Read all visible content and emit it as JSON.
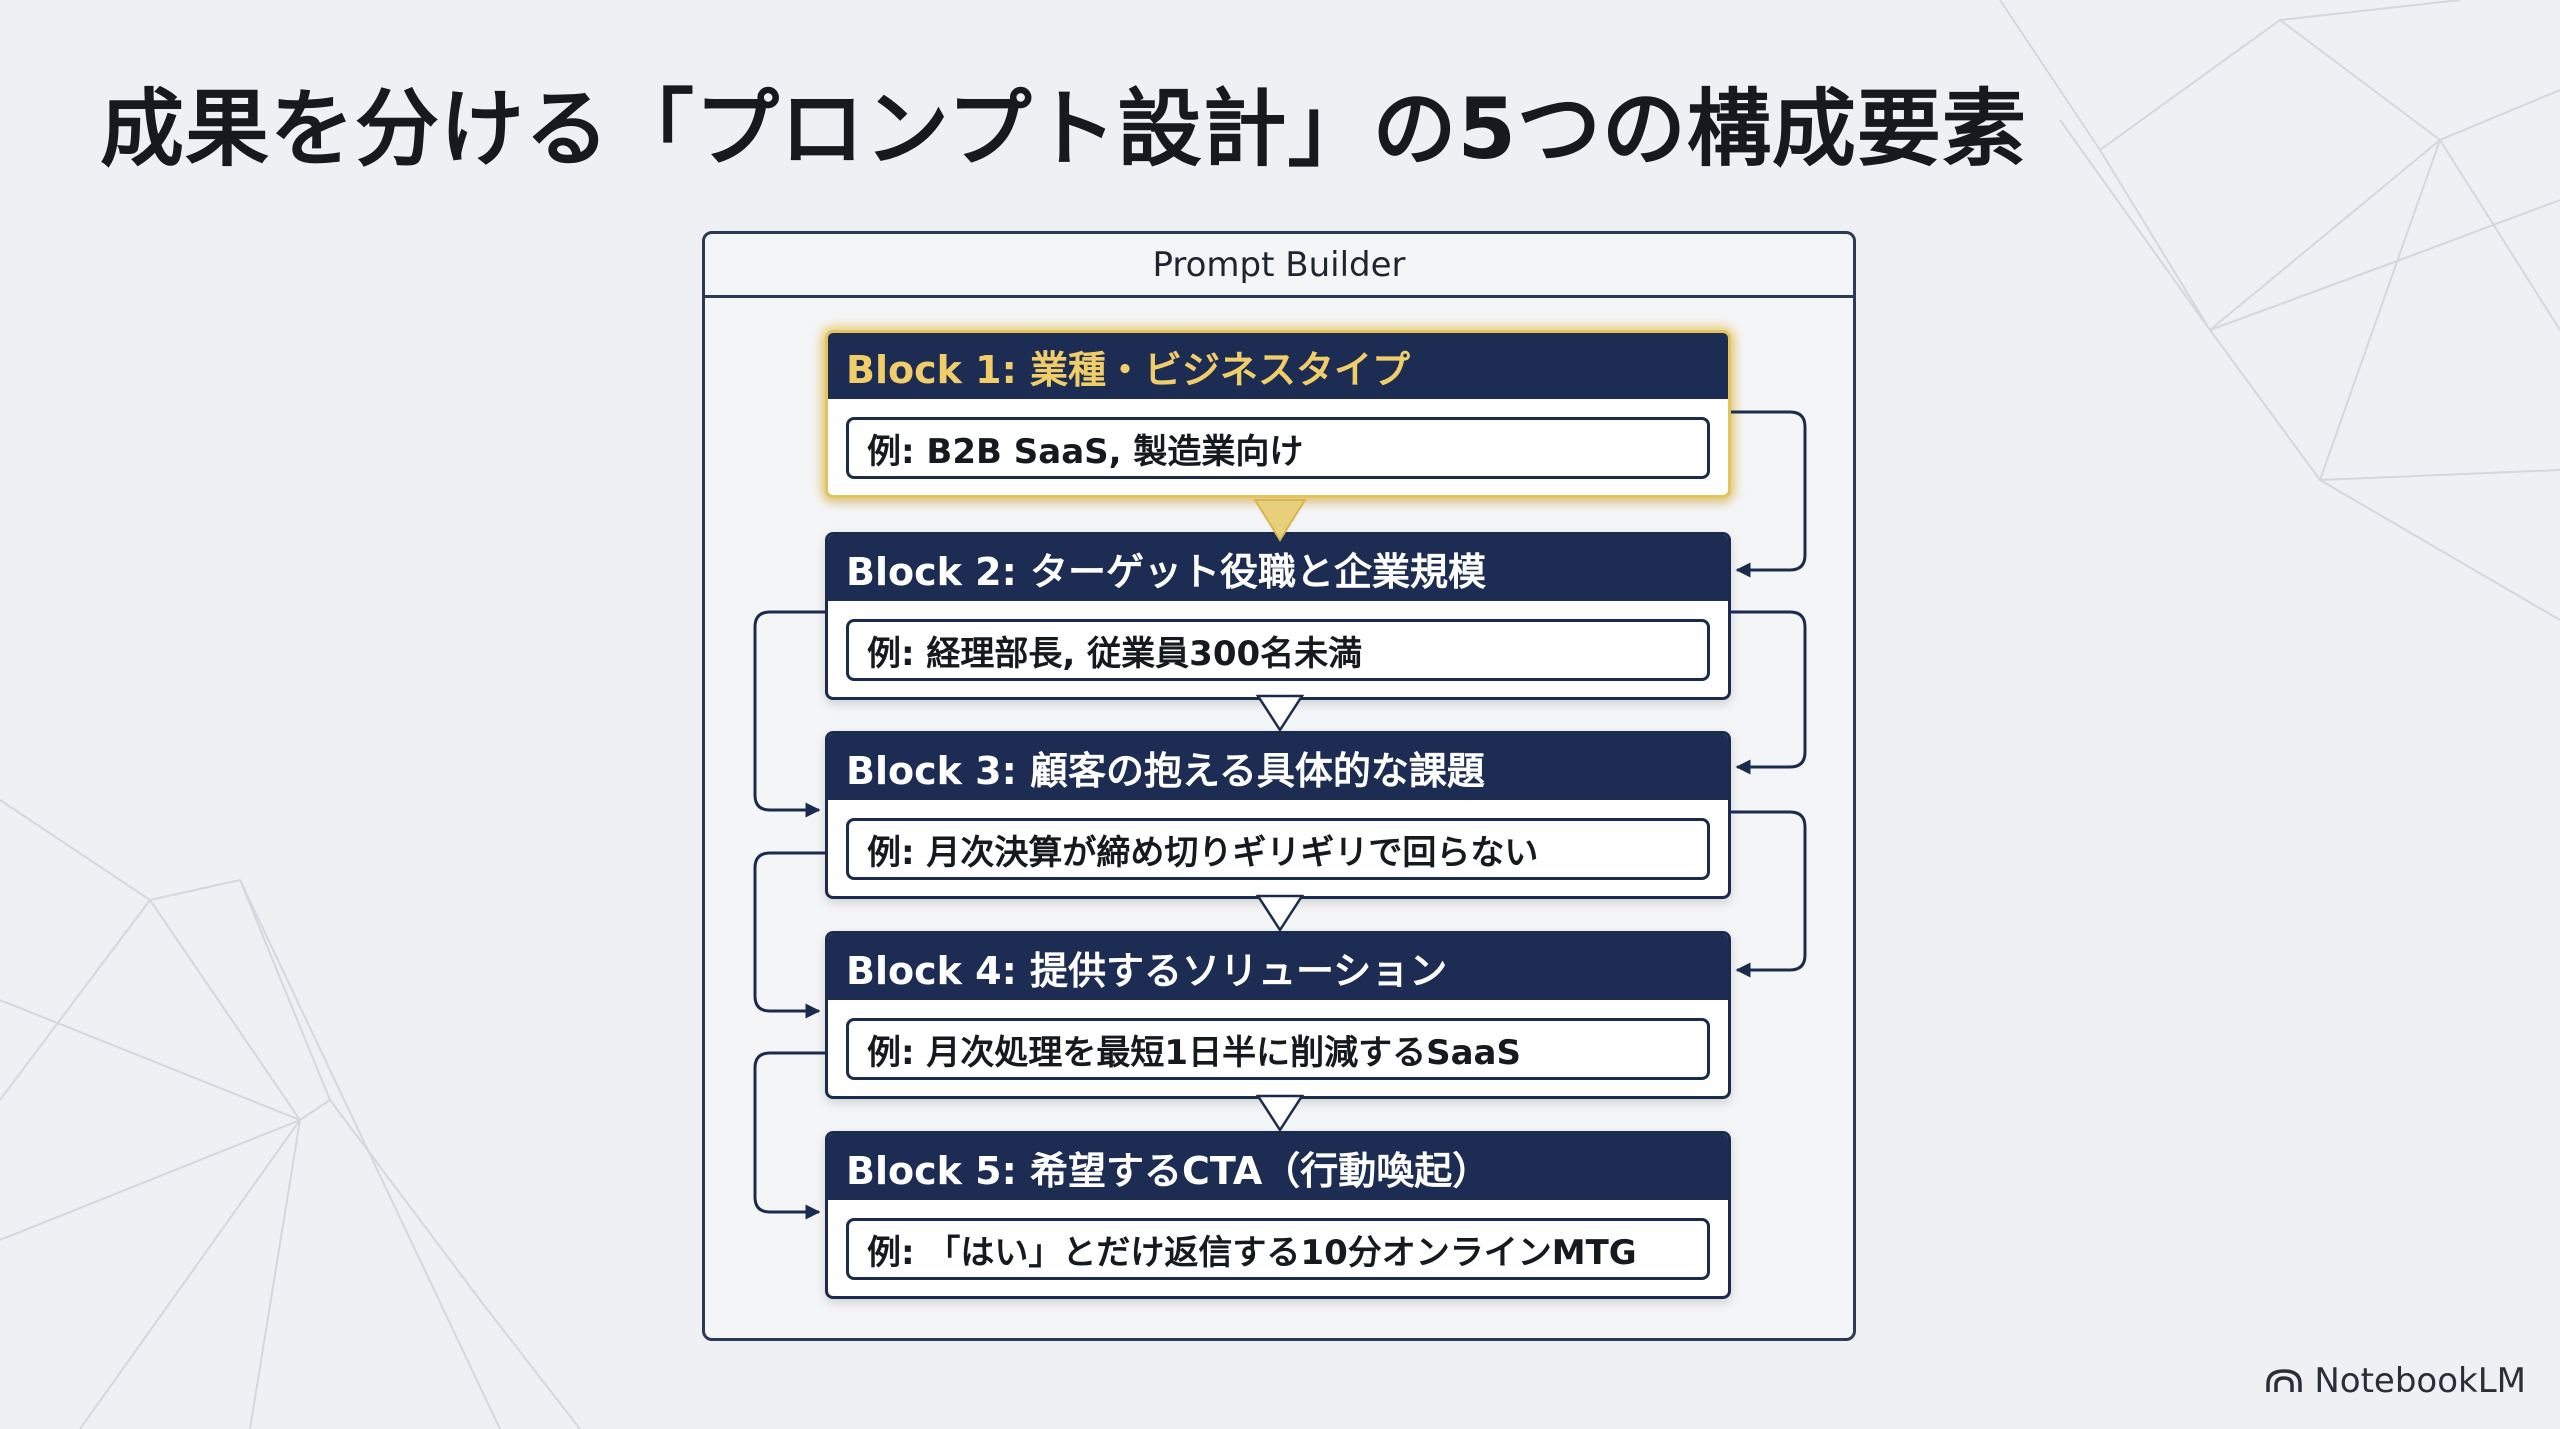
{
  "slide": {
    "title": "成果を分ける「プロンプト設計」の5つの構成要素"
  },
  "builder": {
    "header": "Prompt Builder",
    "blocks": [
      {
        "label": "Block 1: 業種・ビジネスタイプ",
        "example": "例: B2B SaaS, 製造業向け",
        "highlighted": true
      },
      {
        "label": "Block 2: ターゲット役職と企業規模",
        "example": "例: 経理部長, 従業員300名未満",
        "highlighted": false
      },
      {
        "label": "Block 3: 顧客の抱える具体的な課題",
        "example": "例: 月次決算が締め切りギリギリで回らない",
        "highlighted": false
      },
      {
        "label": "Block 4: 提供するソリューション",
        "example": "例: 月次処理を最短1日半に削減するSaaS",
        "highlighted": false
      },
      {
        "label": "Block 5: 希望するCTA（行動喚起）",
        "example": "例: 「はい」とだけ返信する10分オンラインMTG",
        "highlighted": false
      }
    ]
  },
  "branding": {
    "name": "NotebookLM",
    "icon": "notebooklm-logo-icon"
  },
  "colors": {
    "block_header_bg": "#1c2c52",
    "highlight_gold": "#e3c35c",
    "frame_border": "#2c3a55",
    "background": "#eef0f3"
  }
}
